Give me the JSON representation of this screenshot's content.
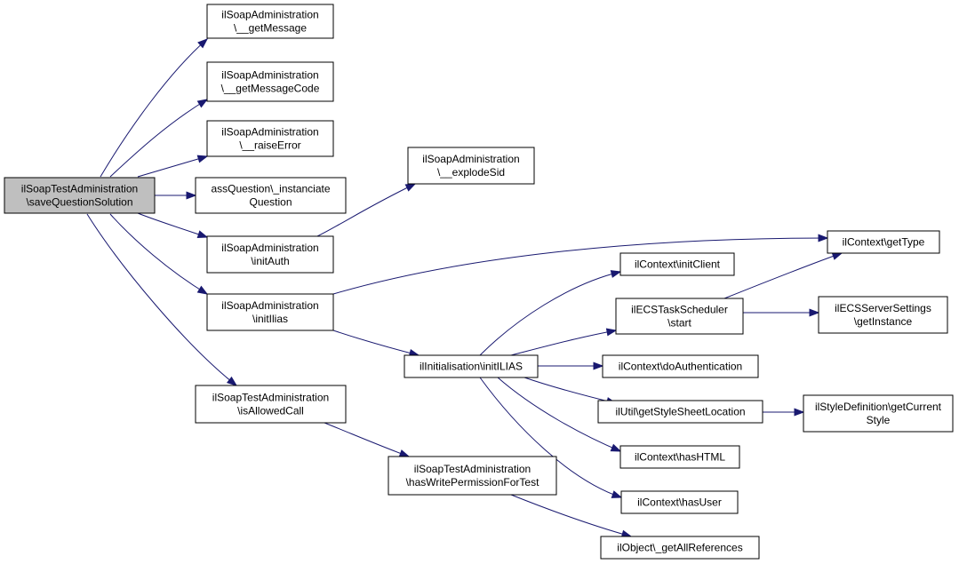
{
  "diagram": {
    "colors": {
      "root_fill": "#bfbfbf",
      "node_fill": "#ffffff",
      "edge": "#191970",
      "text": "#000000"
    },
    "nodes": [
      {
        "id": "root",
        "lines": [
          "ilSoapTestAdministration",
          "\\saveQuestionSolution"
        ]
      },
      {
        "id": "getMsg",
        "lines": [
          "ilSoapAdministration",
          "\\__getMessage"
        ]
      },
      {
        "id": "getMsgCode",
        "lines": [
          "ilSoapAdministration",
          "\\__getMessageCode"
        ]
      },
      {
        "id": "raiseError",
        "lines": [
          "ilSoapAdministration",
          "\\__raiseError"
        ]
      },
      {
        "id": "assQ",
        "lines": [
          "assQuestion\\_instanciate",
          "Question"
        ]
      },
      {
        "id": "initAuth",
        "lines": [
          "ilSoapAdministration",
          "\\initAuth"
        ]
      },
      {
        "id": "explodeSid",
        "lines": [
          "ilSoapAdministration",
          "\\__explodeSid"
        ]
      },
      {
        "id": "initIlias",
        "lines": [
          "ilSoapAdministration",
          "\\initIlias"
        ]
      },
      {
        "id": "isAllowed",
        "lines": [
          "ilSoapTestAdministration",
          "\\isAllowedCall"
        ]
      },
      {
        "id": "initILIAS2",
        "lines": [
          "ilInitialisation\\initILIAS"
        ]
      },
      {
        "id": "hasWrite",
        "lines": [
          "ilSoapTestAdministration",
          "\\hasWritePermissionForTest"
        ]
      },
      {
        "id": "getType",
        "lines": [
          "ilContext\\getType"
        ]
      },
      {
        "id": "initClient",
        "lines": [
          "ilContext\\initClient"
        ]
      },
      {
        "id": "ecsStart",
        "lines": [
          "ilECSTaskScheduler",
          "\\start"
        ]
      },
      {
        "id": "ecsSettings",
        "lines": [
          "ilECSServerSettings",
          "\\getInstance"
        ]
      },
      {
        "id": "doAuth",
        "lines": [
          "ilContext\\doAuthentication"
        ]
      },
      {
        "id": "styleSheet",
        "lines": [
          "ilUtil\\getStyleSheetLocation"
        ]
      },
      {
        "id": "styleDef",
        "lines": [
          "ilStyleDefinition\\getCurrent",
          "Style"
        ]
      },
      {
        "id": "hasHTML",
        "lines": [
          "ilContext\\hasHTML"
        ]
      },
      {
        "id": "hasUser",
        "lines": [
          "ilContext\\hasUser"
        ]
      },
      {
        "id": "allRefs",
        "lines": [
          "ilObject\\_getAllReferences"
        ]
      }
    ],
    "edges": [
      {
        "from": "root",
        "to": "getMsg"
      },
      {
        "from": "root",
        "to": "getMsgCode"
      },
      {
        "from": "root",
        "to": "raiseError"
      },
      {
        "from": "root",
        "to": "assQ"
      },
      {
        "from": "root",
        "to": "initAuth"
      },
      {
        "from": "root",
        "to": "initIlias"
      },
      {
        "from": "root",
        "to": "isAllowed"
      },
      {
        "from": "initAuth",
        "to": "explodeSid"
      },
      {
        "from": "initIlias",
        "to": "getType"
      },
      {
        "from": "initIlias",
        "to": "initILIAS2"
      },
      {
        "from": "isAllowed",
        "to": "hasWrite"
      },
      {
        "from": "initILIAS2",
        "to": "initClient"
      },
      {
        "from": "initILIAS2",
        "to": "ecsStart"
      },
      {
        "from": "initILIAS2",
        "to": "doAuth"
      },
      {
        "from": "initILIAS2",
        "to": "styleSheet"
      },
      {
        "from": "initILIAS2",
        "to": "hasHTML"
      },
      {
        "from": "initILIAS2",
        "to": "hasUser"
      },
      {
        "from": "ecsStart",
        "to": "getType"
      },
      {
        "from": "ecsStart",
        "to": "ecsSettings"
      },
      {
        "from": "styleSheet",
        "to": "styleDef"
      },
      {
        "from": "hasWrite",
        "to": "allRefs"
      }
    ]
  }
}
